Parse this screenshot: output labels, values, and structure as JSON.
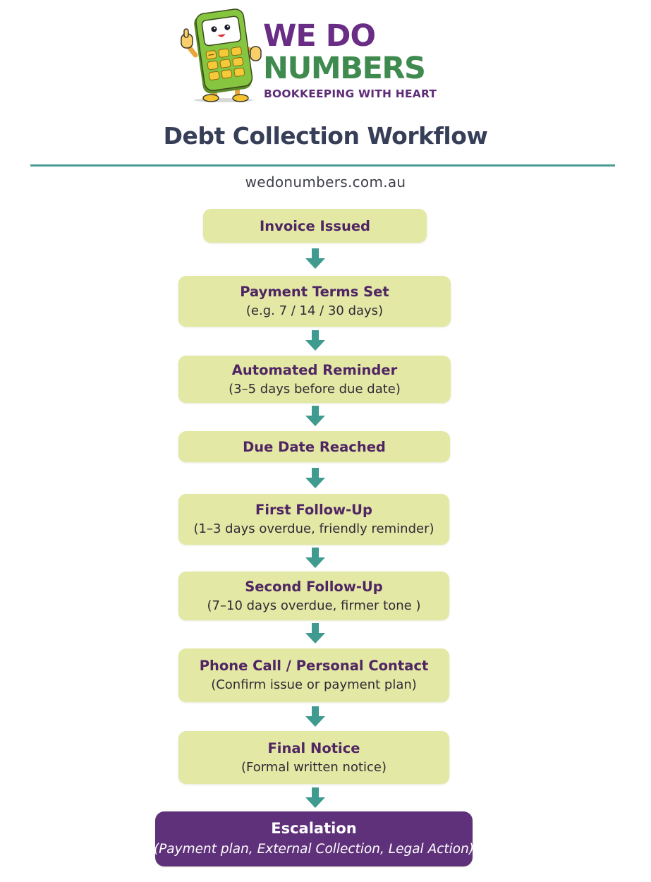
{
  "brand": {
    "line1": "WE DO",
    "line2": "NUMBERS",
    "tagline": "BOOKKEEPING WITH HEART",
    "mascot": "calculator-mascot-icon",
    "colors": {
      "purple": "#6a2d86",
      "green": "#3f8a4f"
    }
  },
  "header": {
    "title": "Debt Collection Workflow",
    "website": "wedonumbers.com.au",
    "rule_color": "#4c9a94"
  },
  "workflow": {
    "arrow_icon": "down-arrow-icon",
    "arrow_color": "#3f9a90",
    "step_color": "#e3e8a5",
    "final_color": "#5f317a",
    "steps": [
      {
        "title": "Invoice Issued",
        "subtitle": ""
      },
      {
        "title": "Payment Terms Set",
        "subtitle": "(e.g. 7 / 14 / 30 days)"
      },
      {
        "title": "Automated Reminder",
        "subtitle": "(3–5 days before due date)"
      },
      {
        "title": "Due Date Reached",
        "subtitle": ""
      },
      {
        "title": "First Follow-Up",
        "subtitle": "(1–3 days overdue, friendly reminder)"
      },
      {
        "title": "Second Follow-Up",
        "subtitle": "(7–10 days overdue, firmer tone  )"
      },
      {
        "title": "Phone Call / Personal Contact",
        "subtitle": "(Confirm issue or payment plan)"
      },
      {
        "title": "Final Notice",
        "subtitle": "(Formal written notice)"
      },
      {
        "title": "Escalation",
        "subtitle": "(Payment plan, External Collection, Legal Action)"
      }
    ]
  }
}
